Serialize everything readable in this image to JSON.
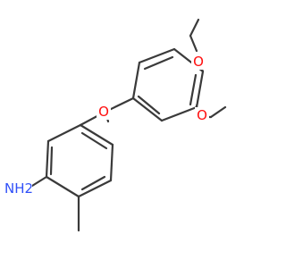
{
  "molecule": {
    "labels": {
      "carbonyl_oxygen": "O",
      "methoxy_oxygen_top": "O",
      "methoxy_oxygen_mid": "O",
      "amine_n": "N",
      "amine_h2": "H2"
    },
    "colors": {
      "bond": "#3a3a3a",
      "oxygen": "#ff0d0d",
      "nitrogen": "#3050f8",
      "background": "#ffffff"
    }
  }
}
